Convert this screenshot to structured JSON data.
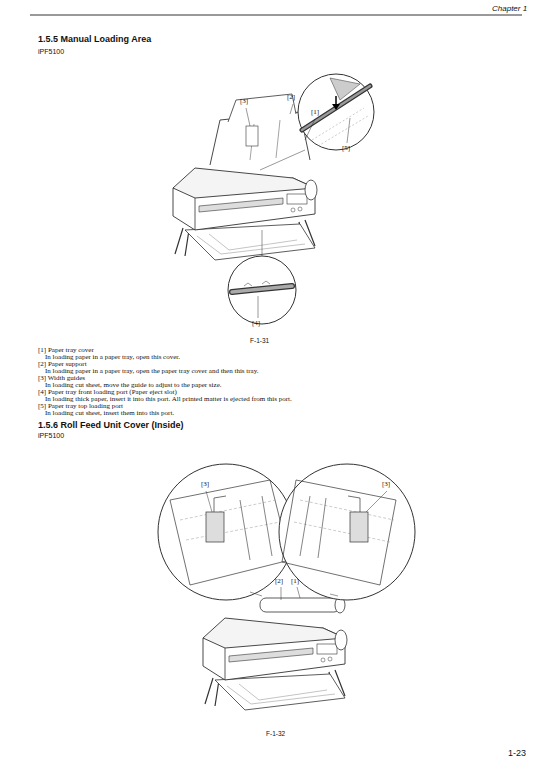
{
  "diagram": {
    "title": "1.5.5 Manual Loading Area",
    "labels": [
      "Chapter 1",
      "iPF5100",
      "[3]",
      "[2]",
      "[1]",
      "[5]",
      "[4]",
      "F-1-31",
      "[1] Paper tray cover",
      "In loading paper in a paper tray, open this cover.",
      "[2] Paper support",
      "In loading paper in a paper tray, open the paper tray cover and then this tray.",
      "[3] Width guides",
      "In loading cut sheet, move the guide to adjust to the paper size.",
      "[4] Paper tray front loading port (Paper eject slot)",
      "In loading thick paper, insert it into this port.  All printed matter is ejected from this port.",
      "[5] Paper tray top loading port",
      "In loading cut sheet, insert them into this port.",
      "1.5.6 Roll Feed Unit Cover (Inside)",
      "iPF5100",
      "[3]",
      "[3]",
      "[2]",
      "[1]",
      "F-1-32",
      "1-23"
    ]
  }
}
